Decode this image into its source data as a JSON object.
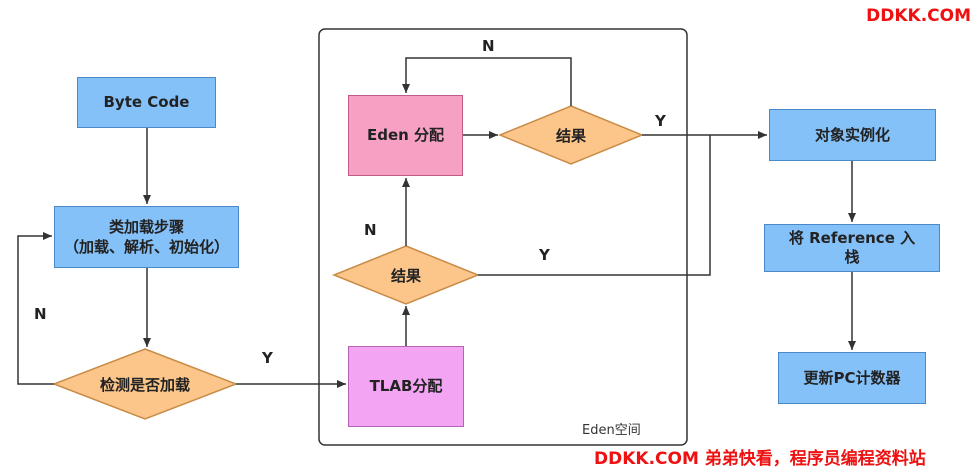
{
  "watermark_top": "DDKK.COM",
  "watermark_bottom": "DDKK.COM 弟弟快看，程序员编程资料站",
  "container_label": "Eden空间",
  "nodes": {
    "byte_code": "Byte Code",
    "class_loading": "类加载步骤\n（加载、解析、初始化）",
    "check_loaded": "检测是否加载",
    "tlab": "TLAB分配",
    "result_lower": "结果",
    "eden": "Eden 分配",
    "result_upper": "结果",
    "instantiate": "对象实例化",
    "push_reference": "将 Reference 入\n栈",
    "update_pc": "更新PC计数器"
  },
  "edges": {
    "check_no": "N",
    "check_yes": "Y",
    "lower_no": "N",
    "lower_yes": "Y",
    "upper_no": "N",
    "upper_yes": "Y"
  },
  "colors": {
    "process_fill": "#84c1f8",
    "decision_fill": "#fcc68b",
    "eden_fill": "#f6a0c4",
    "tlab_fill": "#f3a4f2",
    "watermark": "#ee1111"
  }
}
